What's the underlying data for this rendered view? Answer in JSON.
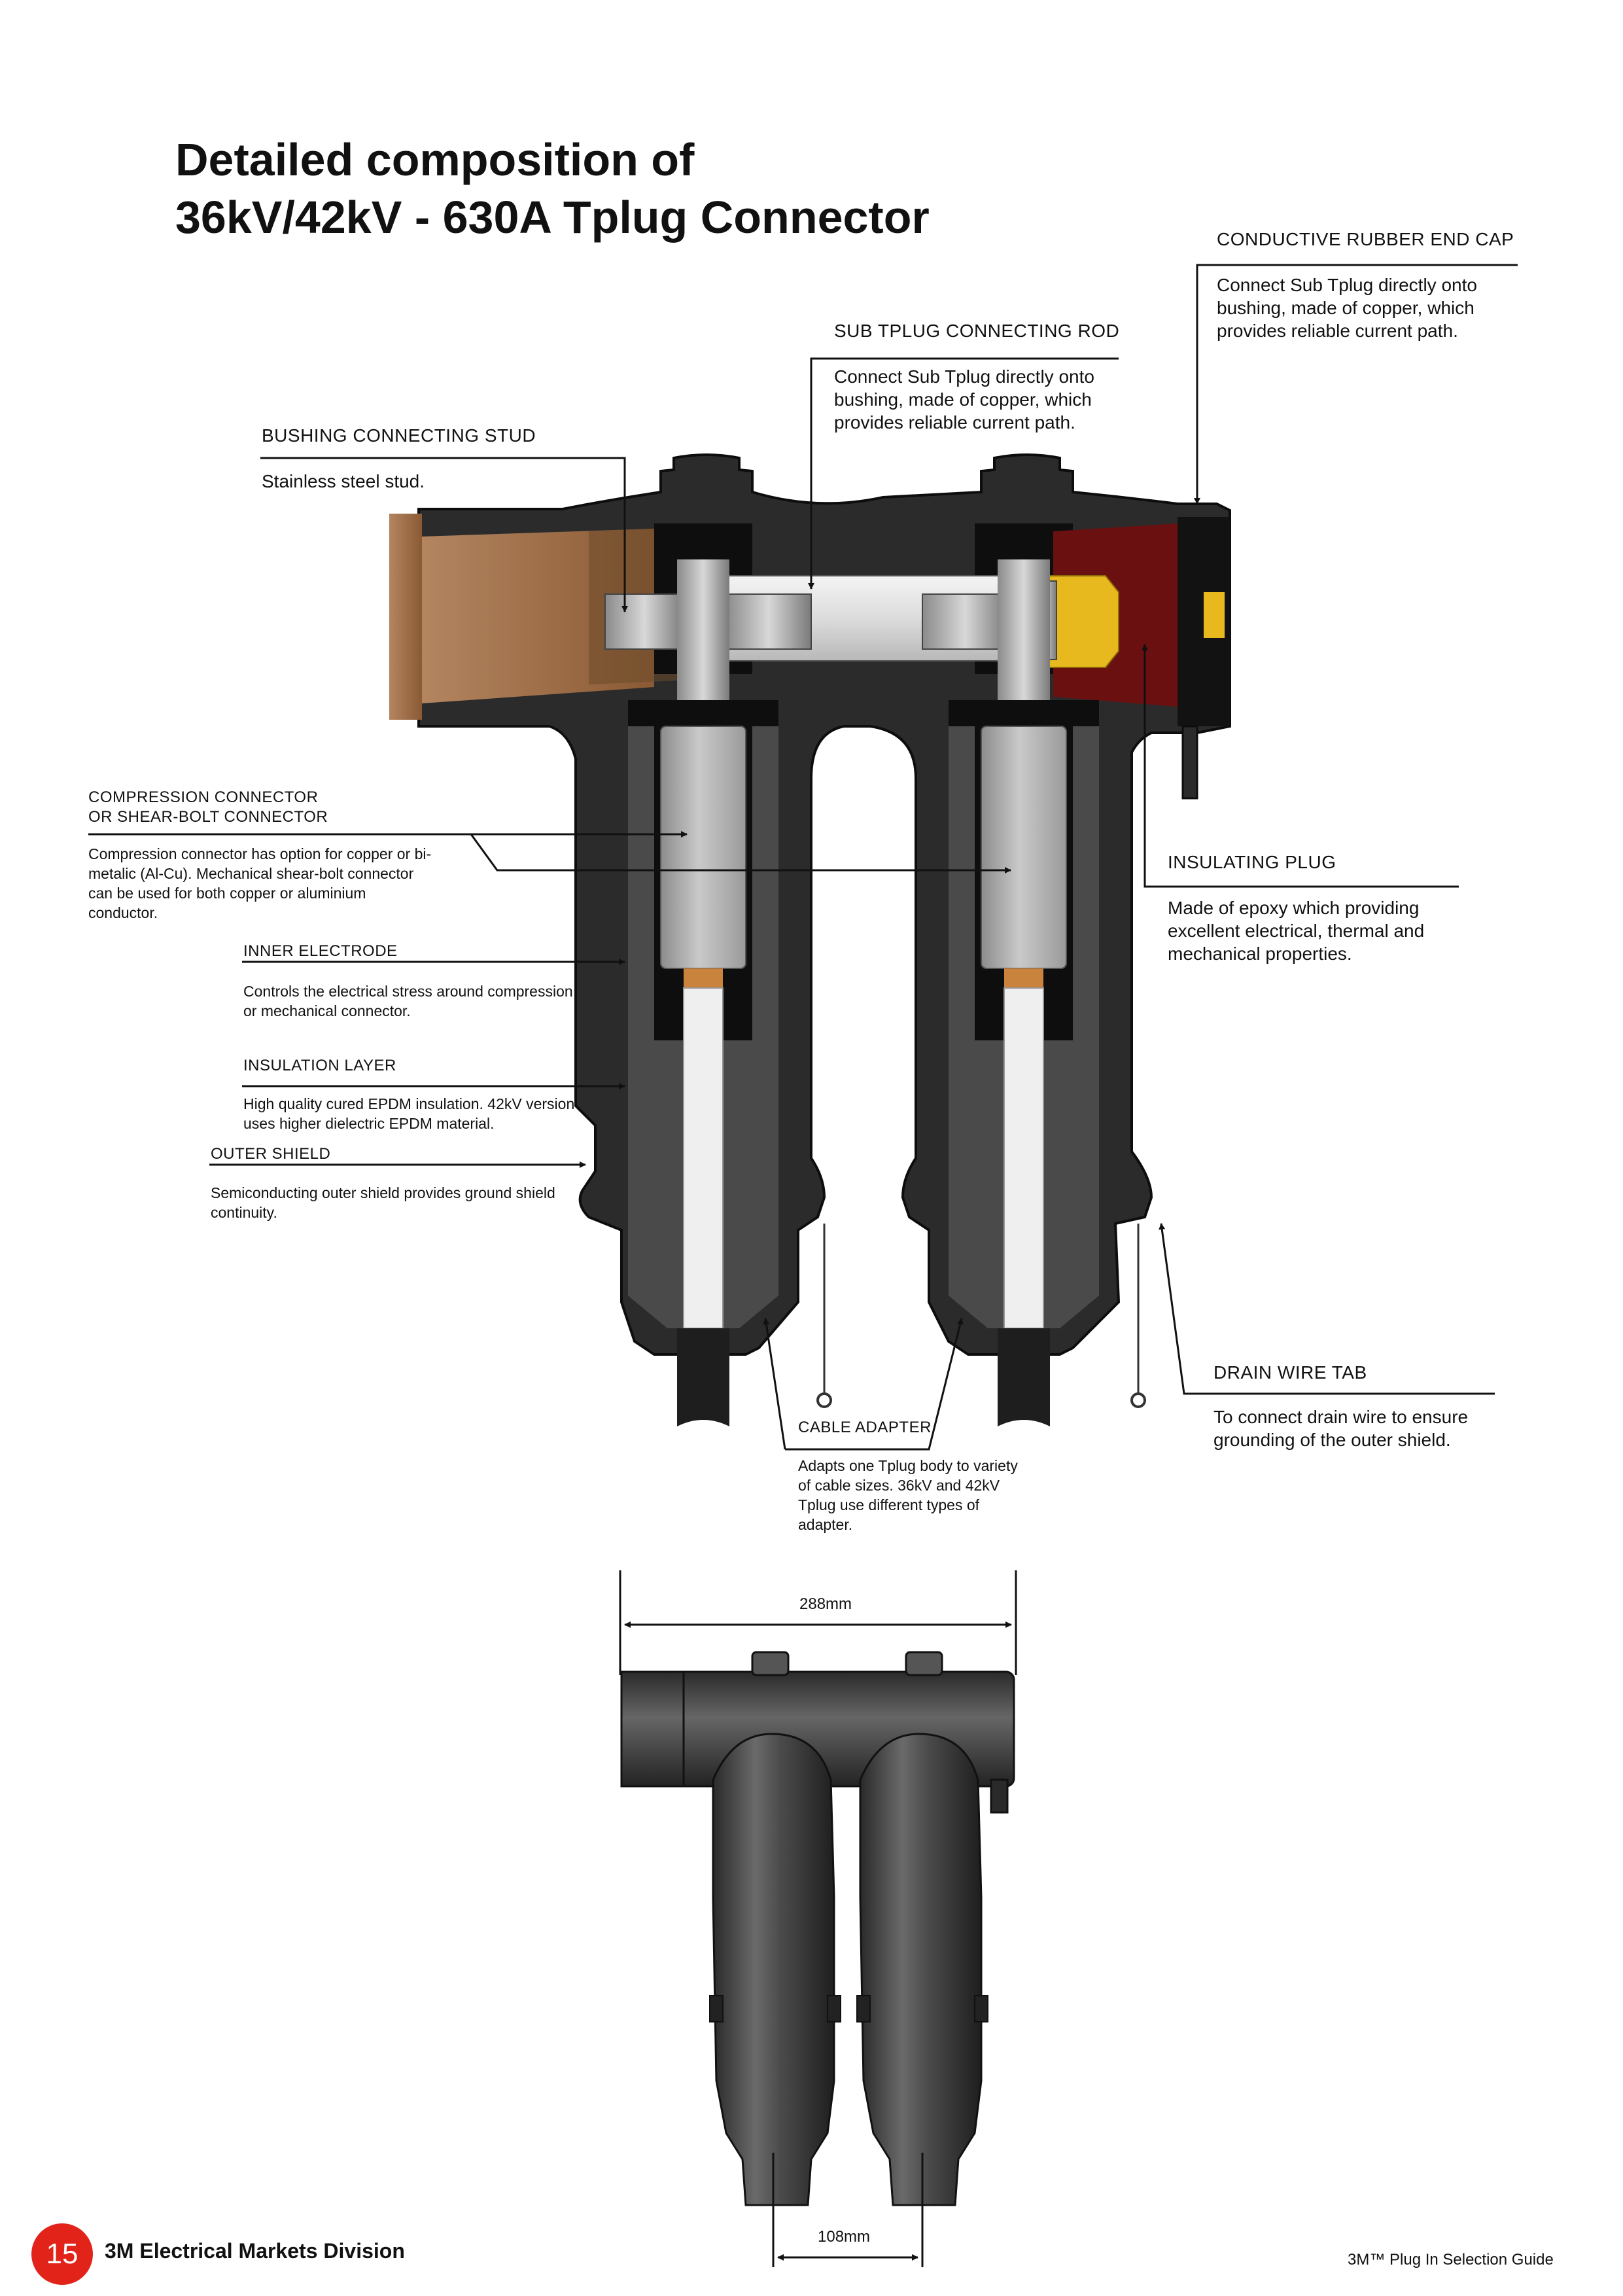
{
  "title": {
    "line1": "Detailed composition of",
    "line2": "36kV/42kV - 630A Tplug Connector"
  },
  "callouts": {
    "end_cap": {
      "label": "CONDUCTIVE RUBBER END CAP",
      "desc": "Connect Sub Tplug directly onto bushing, made of copper, which provides reliable current path."
    },
    "rod": {
      "label": "SUB TPLUG CONNECTING ROD",
      "desc": "Connect Sub Tplug directly onto bushing, made of copper, which provides reliable current path."
    },
    "stud": {
      "label": "BUSHING CONNECTING STUD",
      "desc": "Stainless steel stud."
    },
    "compression": {
      "label_line1": "COMPRESSION CONNECTOR",
      "label_line2": "OR SHEAR-BOLT CONNECTOR",
      "desc": "Compression connector has option for copper or bi-metalic (Al-Cu). Mechanical shear-bolt connector can be used for both copper or aluminium conductor."
    },
    "electrode": {
      "label": "INNER ELECTRODE",
      "desc": "Controls the electrical stress around compression or mechanical connector."
    },
    "insulation": {
      "label": "INSULATION LAYER",
      "desc": "High quality cured EPDM insulation. 42kV version uses higher dielectric EPDM material."
    },
    "shield": {
      "label": "OUTER SHIELD",
      "desc": "Semiconducting outer shield provides ground shield continuity."
    },
    "plug": {
      "label": "INSULATING PLUG",
      "desc": "Made of epoxy which providing excellent electrical, thermal and mechanical properties."
    },
    "drain": {
      "label": "DRAIN WIRE TAB",
      "desc": "To connect drain wire to ensure grounding of the outer shield."
    },
    "adapter": {
      "label": "CABLE ADAPTER",
      "desc": "Adapts one Tplug body to variety of cable sizes. 36kV and 42kV Tplug use different types of adapter."
    }
  },
  "dimensions": {
    "width_top": "288mm",
    "width_bottom": "108mm"
  },
  "colors": {
    "rubber": "#3a3a3a",
    "rubber_dark": "#141414",
    "copper": "#c49a72",
    "endcap_red": "#6b1010",
    "brass": "#e8b91e",
    "accent": "#e2231a"
  },
  "footer": {
    "page_number": "15",
    "division": "3M Electrical Markets Division",
    "guide": "3M™ Plug In Selection Guide"
  }
}
